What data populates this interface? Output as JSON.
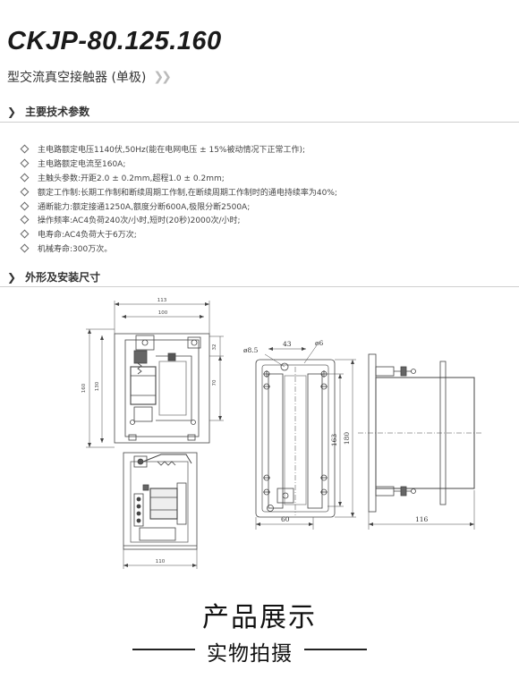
{
  "header": {
    "model": "CKJP-80.125.160",
    "subtitle": "型交流真空接触器 (单极)",
    "arrows": "❯❯"
  },
  "specs": {
    "heading": "主要技术参数",
    "items": [
      "主电路额定电压1140伏,50Hz(能在电网电压 ± 15%被动情况下正常工作);",
      "主电路额定电流至160A;",
      "主触头参数:开距2.0 ± 0.2mm,超程1.0 ± 0.2mm;",
      "额定工作制:长期工作制和断续周期工作制,在断续周期工作制时的通电持续率为40%;",
      "通断能力:额定接通1250A,额度分断600A,极限分断2500A;",
      "操作频率:AC4负荷240次/小时,短时(20秒)2000次/小时;",
      "电寿命:AC4负荷大于6万次;",
      "机械寿命:300万次。"
    ]
  },
  "dimensions": {
    "heading": "外形及安装尺寸",
    "view1": {
      "w113": "113",
      "w100": "100",
      "h160": "160",
      "h130": "130",
      "h32": "32",
      "h70": "70"
    },
    "view2": {
      "w110": "110"
    },
    "view3": {
      "d85": "ø8.5",
      "w43": "43",
      "d6": "ø6",
      "h163": "163",
      "h180": "180",
      "w60": "60"
    },
    "view4": {
      "w116": "116"
    }
  },
  "gallery": {
    "title": "产品展示",
    "subtitle": "实物拍摄"
  }
}
